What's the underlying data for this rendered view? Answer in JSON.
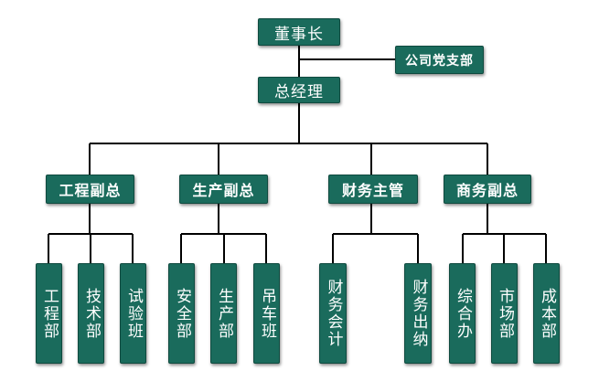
{
  "org": {
    "chairman": "董事长",
    "party_branch": "公司党支部",
    "general_manager": "总经理",
    "engineering_vp": "工程副总",
    "production_vp": "生产副总",
    "finance_head": "财务主管",
    "business_vp": "商务副总",
    "engineering_dept": "工程部",
    "technical_dept": "技术部",
    "testing_team": "试验班",
    "safety_dept": "安全部",
    "production_dept": "生产部",
    "crane_team": "吊车班",
    "accounting": "财务会计",
    "cashier": "财务出纳",
    "general_office": "综合办",
    "marketing_dept": "市场部",
    "cost_dept": "成本部"
  },
  "colors": {
    "box_fill": "#1a6b5c",
    "box_text": "#ffffff",
    "line": "#000000"
  }
}
